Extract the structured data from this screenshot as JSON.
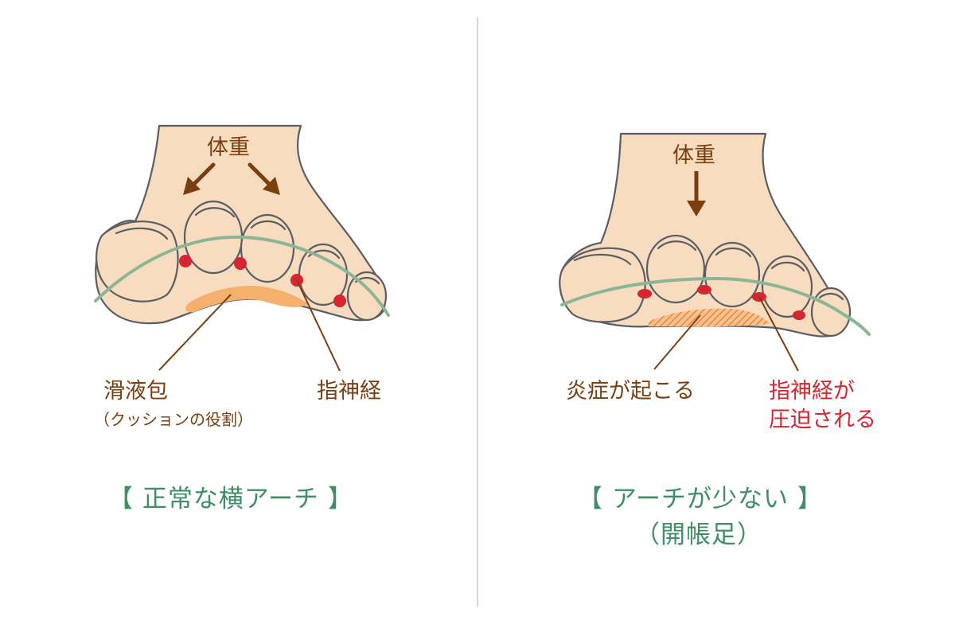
{
  "colors": {
    "skin": "#f7dcc0",
    "outline": "#5a5e63",
    "nerve_line": "#8cb596",
    "nerve_dot": "#d7262f",
    "bursa": "#f6b06e",
    "inflamed": "#f09547",
    "label_brown": "#7a3f10",
    "label_red": "#d7262f",
    "caption_green": "#3e8e66",
    "divider": "#c8c8c8"
  },
  "left_panel": {
    "weight_label": "体重",
    "bursa_label": "滑液包",
    "bursa_note": "（クッションの役割）",
    "nerve_label": "指神経",
    "caption": "【 正常な横アーチ 】"
  },
  "right_panel": {
    "weight_label": "体重",
    "inflammation_label": "炎症が起こる",
    "nerve_label_line1": "指神経が",
    "nerve_label_line2": "圧迫される",
    "caption_line1": "【 アーチが少ない 】",
    "caption_line2": "（開帳足）"
  },
  "icons": {
    "weight_arrow": "down-arrow-icon",
    "spread_arrows": "diagonal-arrow-icon"
  }
}
